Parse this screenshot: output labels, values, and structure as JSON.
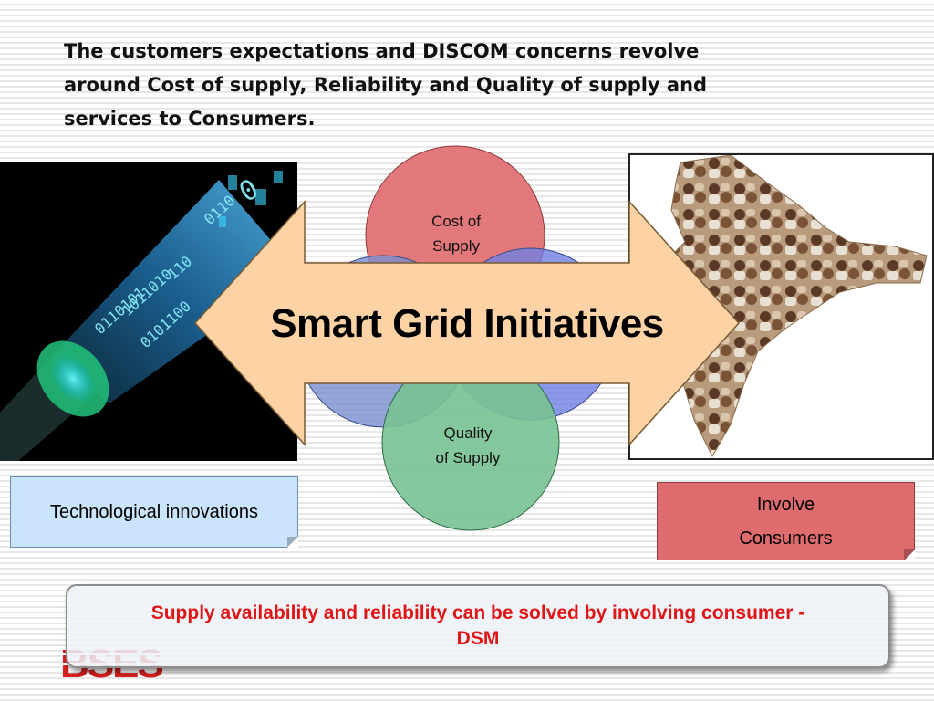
{
  "headline": {
    "line1": "The customers expectations and DISCOM concerns revolve",
    "line2": "around Cost of supply, Reliability and Quality of supply and",
    "line3": "services to Consumers."
  },
  "venn": {
    "cost": {
      "line1": "Cost of",
      "line2": "Supply"
    },
    "quality": {
      "line1": "Quality",
      "line2": "of Supply"
    }
  },
  "arrow": {
    "label": "Smart Grid Initiatives"
  },
  "tech_box": {
    "label": "Technological innovations"
  },
  "consumer_box": {
    "line1": "Involve",
    "line2": "Consumers"
  },
  "bottom_note": {
    "line1": "Supply availability and reliability can be solved by involving consumer -",
    "line2": "DSM"
  },
  "logo": {
    "text": "BSES"
  },
  "colors": {
    "cost_circle": "#e06a6e",
    "left_circle": "#7a8fcf",
    "right_circle": "#6f7fe3",
    "quality_circle": "#79c294",
    "arrow_fill": "#fdd3a5",
    "note_text": "#e01616",
    "consumer_box": "#de6b6d",
    "tech_box": "#c9e4fb"
  },
  "icons": {
    "tech": "fiber-optic-binary-image",
    "map": "india-map-crowd-image"
  }
}
